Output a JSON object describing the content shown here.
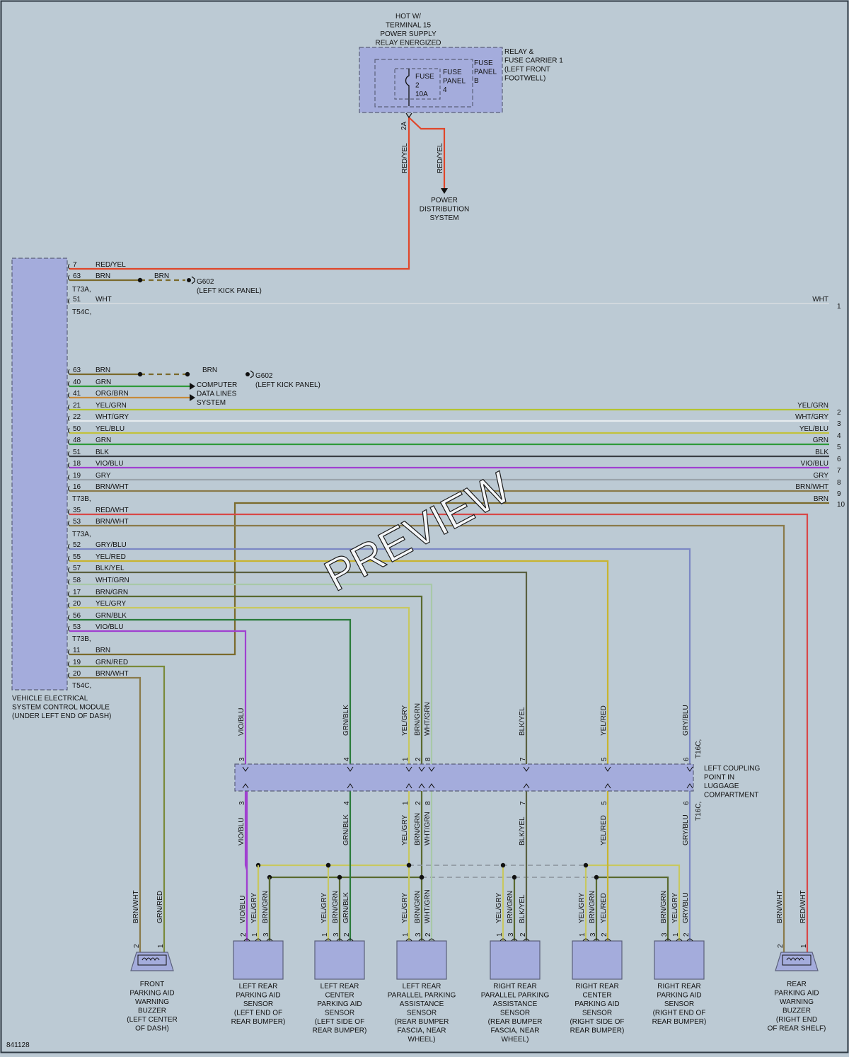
{
  "colors": {
    "background": "#bccad4",
    "component_fill": "#a4acdc",
    "component_stroke": "#5a5f7a",
    "RED/YEL": "#e0462a",
    "BRN": "#7a6a2c",
    "WHT": "#d8dde2",
    "GRN": "#2f9a3a",
    "ORG/BRN": "#c78a3a",
    "YEL/GRN": "#b5c430",
    "WHT/GRY": "#e6ebee",
    "YEL/BLU": "#c2c23c",
    "BLK": "#3a3f44",
    "VIO/BLU": "#a040d0",
    "GRY": "#9aa3aa",
    "BRN/WHT": "#8a7a4a",
    "RED/WHT": "#d84848",
    "GRY/BLU": "#7c88c4",
    "YEL/RED": "#c8b430",
    "BLK/YEL": "#5a6040",
    "WHT/GRN": "#a8c8a8",
    "BRN/GRN": "#5a6a30",
    "YEL/GRY": "#c8c860",
    "GRN/BLK": "#2a7a3a",
    "GRN/RED": "#7a8a3a"
  },
  "top": {
    "hot_lines": [
      "HOT W/",
      "TERMINAL 15",
      "POWER SUPPLY",
      "RELAY ENERGIZED"
    ],
    "relay_lines": [
      "RELAY &",
      "FUSE CARRIER 1",
      "(LEFT FRONT",
      "FOOTWELL)"
    ],
    "fuse_panel_b_lines": [
      "FUSE",
      "PANEL",
      "B"
    ],
    "fuse_panel_4_lines": [
      "FUSE",
      "PANEL",
      "4"
    ],
    "fuse_lines": [
      "FUSE",
      "2",
      "10A"
    ],
    "terminal": "2A",
    "wire_left": "RED/YEL",
    "wire_right": "RED/YEL",
    "power_lines": [
      "POWER",
      "DISTRIBUTION",
      "SYSTEM"
    ]
  },
  "module": {
    "label_lines": [
      "VEHICLE ELECTRICAL",
      "SYSTEM CONTROL MODULE",
      "(UNDER LEFT END OF DASH)"
    ],
    "groups": [
      "T73A",
      "T54C",
      "T73B",
      "T73A",
      "T73B",
      "T54C"
    ],
    "pins": [
      {
        "pin": "7",
        "wire": "RED/YEL"
      },
      {
        "pin": "63",
        "wire": "BRN"
      },
      {
        "pin": "51",
        "wire": "WHT"
      },
      {
        "pin": "63",
        "wire": "BRN"
      },
      {
        "pin": "40",
        "wire": "GRN"
      },
      {
        "pin": "41",
        "wire": "ORG/BRN"
      },
      {
        "pin": "21",
        "wire": "YEL/GRN"
      },
      {
        "pin": "22",
        "wire": "WHT/GRY"
      },
      {
        "pin": "50",
        "wire": "YEL/BLU"
      },
      {
        "pin": "48",
        "wire": "GRN"
      },
      {
        "pin": "51",
        "wire": "BLK"
      },
      {
        "pin": "18",
        "wire": "VIO/BLU"
      },
      {
        "pin": "19",
        "wire": "GRY"
      },
      {
        "pin": "16",
        "wire": "BRN/WHT"
      },
      {
        "pin": "35",
        "wire": "RED/WHT"
      },
      {
        "pin": "53",
        "wire": "BRN/WHT"
      },
      {
        "pin": "52",
        "wire": "GRY/BLU"
      },
      {
        "pin": "55",
        "wire": "YEL/RED"
      },
      {
        "pin": "57",
        "wire": "BLK/YEL"
      },
      {
        "pin": "58",
        "wire": "WHT/GRN"
      },
      {
        "pin": "17",
        "wire": "BRN/GRN"
      },
      {
        "pin": "20",
        "wire": "YEL/GRY"
      },
      {
        "pin": "56",
        "wire": "GRN/BLK"
      },
      {
        "pin": "53",
        "wire": "VIO/BLU"
      },
      {
        "pin": "11",
        "wire": "BRN"
      },
      {
        "pin": "19",
        "wire": "GRN/RED"
      },
      {
        "pin": "20",
        "wire": "BRN/WHT"
      }
    ]
  },
  "ground": {
    "wire": "BRN",
    "name": "G602",
    "location": "(LEFT KICK PANEL)"
  },
  "data_lines": [
    "COMPUTER",
    "DATA LINES",
    "SYSTEM"
  ],
  "right_edge": [
    {
      "wire": "WHT",
      "ref": "1"
    },
    {
      "wire": "YEL/GRN",
      "ref": "2"
    },
    {
      "wire": "WHT/GRY",
      "ref": "3"
    },
    {
      "wire": "YEL/BLU",
      "ref": "4"
    },
    {
      "wire": "GRN",
      "ref": "5"
    },
    {
      "wire": "BLK",
      "ref": "6"
    },
    {
      "wire": "VIO/BLU",
      "ref": "7"
    },
    {
      "wire": "GRY",
      "ref": "8"
    },
    {
      "wire": "BRN/WHT",
      "ref": "9"
    },
    {
      "wire": "BRN",
      "ref": "10"
    }
  ],
  "coupling": {
    "label_lines": [
      "LEFT COUPLING",
      "POINT IN",
      "LUGGAGE",
      "COMPARTMENT"
    ],
    "upper_id": "T16C",
    "lower_id": "T16C",
    "columns": [
      {
        "wire": "VIO/BLU",
        "pin": "3"
      },
      {
        "wire": "GRN/BLK",
        "pin": "4"
      },
      {
        "wire": "YEL/GRY",
        "pin": "1"
      },
      {
        "wire": "BRN/GRN",
        "pin": "2"
      },
      {
        "wire": "WHT/GRN",
        "pin": "8"
      },
      {
        "wire": "BLK/YEL",
        "pin": "7"
      },
      {
        "wire": "YEL/RED",
        "pin": "5"
      },
      {
        "wire": "GRY/BLU",
        "pin": "6"
      }
    ]
  },
  "components": [
    {
      "name_lines": [
        "FRONT",
        "PARKING AID",
        "WARNING",
        "BUZZER",
        "(LEFT CENTER",
        "OF DASH)"
      ],
      "pins": [
        {
          "pin": "2",
          "wire": "BRN/WHT"
        },
        {
          "pin": "1",
          "wire": "GRN/RED"
        }
      ]
    },
    {
      "name_lines": [
        "LEFT REAR",
        "PARKING AID",
        "SENSOR",
        "(LEFT END OF",
        "REAR BUMPER)"
      ],
      "pins": [
        {
          "pin": "2",
          "wire": "VIO/BLU"
        },
        {
          "pin": "1",
          "wire": "YEL/GRY"
        },
        {
          "pin": "3",
          "wire": "BRN/GRN"
        }
      ]
    },
    {
      "name_lines": [
        "LEFT REAR",
        "CENTER",
        "PARKING AID",
        "SENSOR",
        "(LEFT SIDE OF",
        "REAR BUMPER)"
      ],
      "pins": [
        {
          "pin": "1",
          "wire": "YEL/GRY"
        },
        {
          "pin": "3",
          "wire": "BRN/GRN"
        },
        {
          "pin": "2",
          "wire": "GRN/BLK"
        }
      ]
    },
    {
      "name_lines": [
        "LEFT REAR",
        "PARALLEL PARKING",
        "ASSISTANCE",
        "SENSOR",
        "(REAR BUMPER",
        "FASCIA, NEAR",
        "WHEEL)"
      ],
      "pins": [
        {
          "pin": "1",
          "wire": "YEL/GRY"
        },
        {
          "pin": "3",
          "wire": "BRN/GRN"
        },
        {
          "pin": "2",
          "wire": "WHT/GRN"
        }
      ]
    },
    {
      "name_lines": [
        "RIGHT REAR",
        "PARALLEL PARKING",
        "ASSISTANCE",
        "SENSOR",
        "(REAR BUMPER",
        "FASCIA, NEAR",
        "WHEEL)"
      ],
      "pins": [
        {
          "pin": "1",
          "wire": "YEL/GRY"
        },
        {
          "pin": "3",
          "wire": "BRN/GRN"
        },
        {
          "pin": "2",
          "wire": "BLK/YEL"
        }
      ]
    },
    {
      "name_lines": [
        "RIGHT REAR",
        "CENTER",
        "PARKING AID",
        "SENSOR",
        "(RIGHT SIDE OF",
        "REAR BUMPER)"
      ],
      "pins": [
        {
          "pin": "1",
          "wire": "YEL/GRY"
        },
        {
          "pin": "3",
          "wire": "BRN/GRN"
        },
        {
          "pin": "2",
          "wire": "YEL/RED"
        }
      ]
    },
    {
      "name_lines": [
        "RIGHT REAR",
        "PARKING AID",
        "SENSOR",
        "(RIGHT END OF",
        "REAR BUMPER)"
      ],
      "pins": [
        {
          "pin": "3",
          "wire": "BRN/GRN"
        },
        {
          "pin": "1",
          "wire": "YEL/GRY"
        },
        {
          "pin": "2",
          "wire": "GRY/BLU"
        }
      ]
    },
    {
      "name_lines": [
        "REAR",
        "PARKING AID",
        "WARNING",
        "BUZZER",
        "(RIGHT END",
        "OF REAR SHELF)"
      ],
      "pins": [
        {
          "pin": "2",
          "wire": "BRN/WHT"
        },
        {
          "pin": "1",
          "wire": "RED/WHT"
        }
      ]
    }
  ],
  "watermark": "PREVIEW",
  "diagram_id": "841128"
}
